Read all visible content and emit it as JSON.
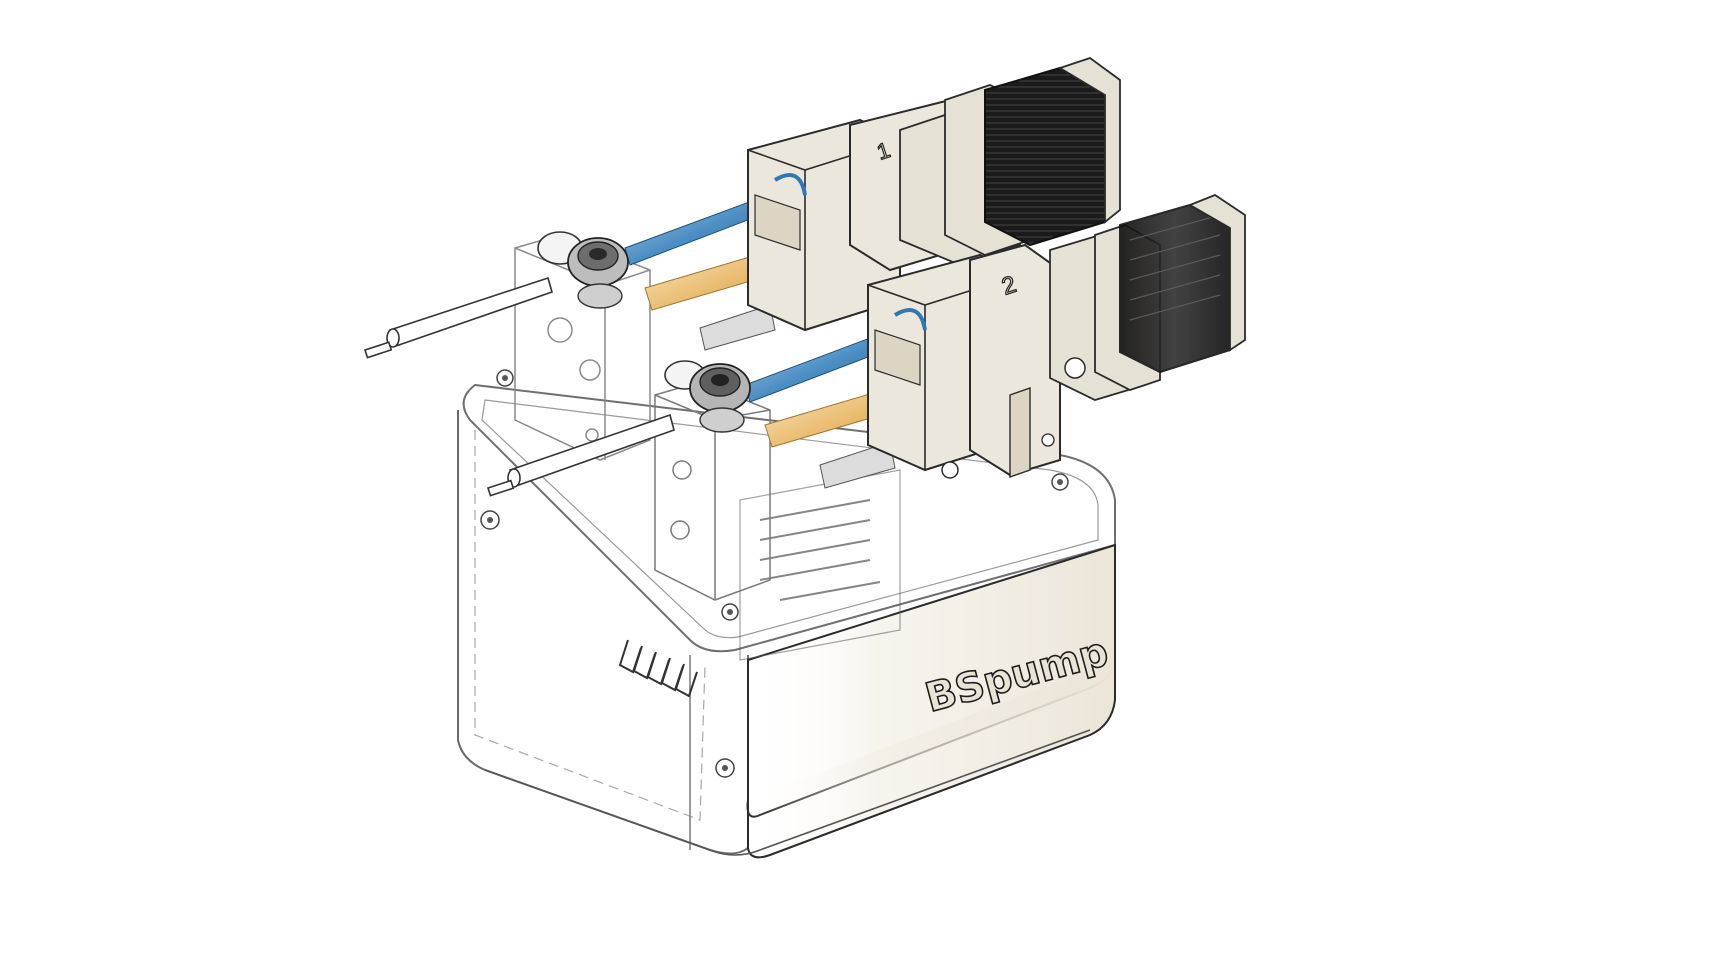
{
  "assembly": {
    "brand": "BSpump",
    "pump_labels": [
      "1",
      "2"
    ]
  },
  "colors": {
    "background": "#ffffff",
    "housing": "#ece7dc",
    "housing_shade": "#ddd5c4",
    "housing_dark": "#c9c0ad",
    "outline": "#2b2b2b",
    "syringe_plunger": "#4d8fc4",
    "syringe_barrel": "#e8b96a",
    "motor_body": "#1c1c1c",
    "motor_face": "#e6e1d5",
    "transparent_line": "#8a8a8a"
  },
  "icons": {
    "nut": "hex-nut-icon",
    "screw": "screw-icon"
  }
}
